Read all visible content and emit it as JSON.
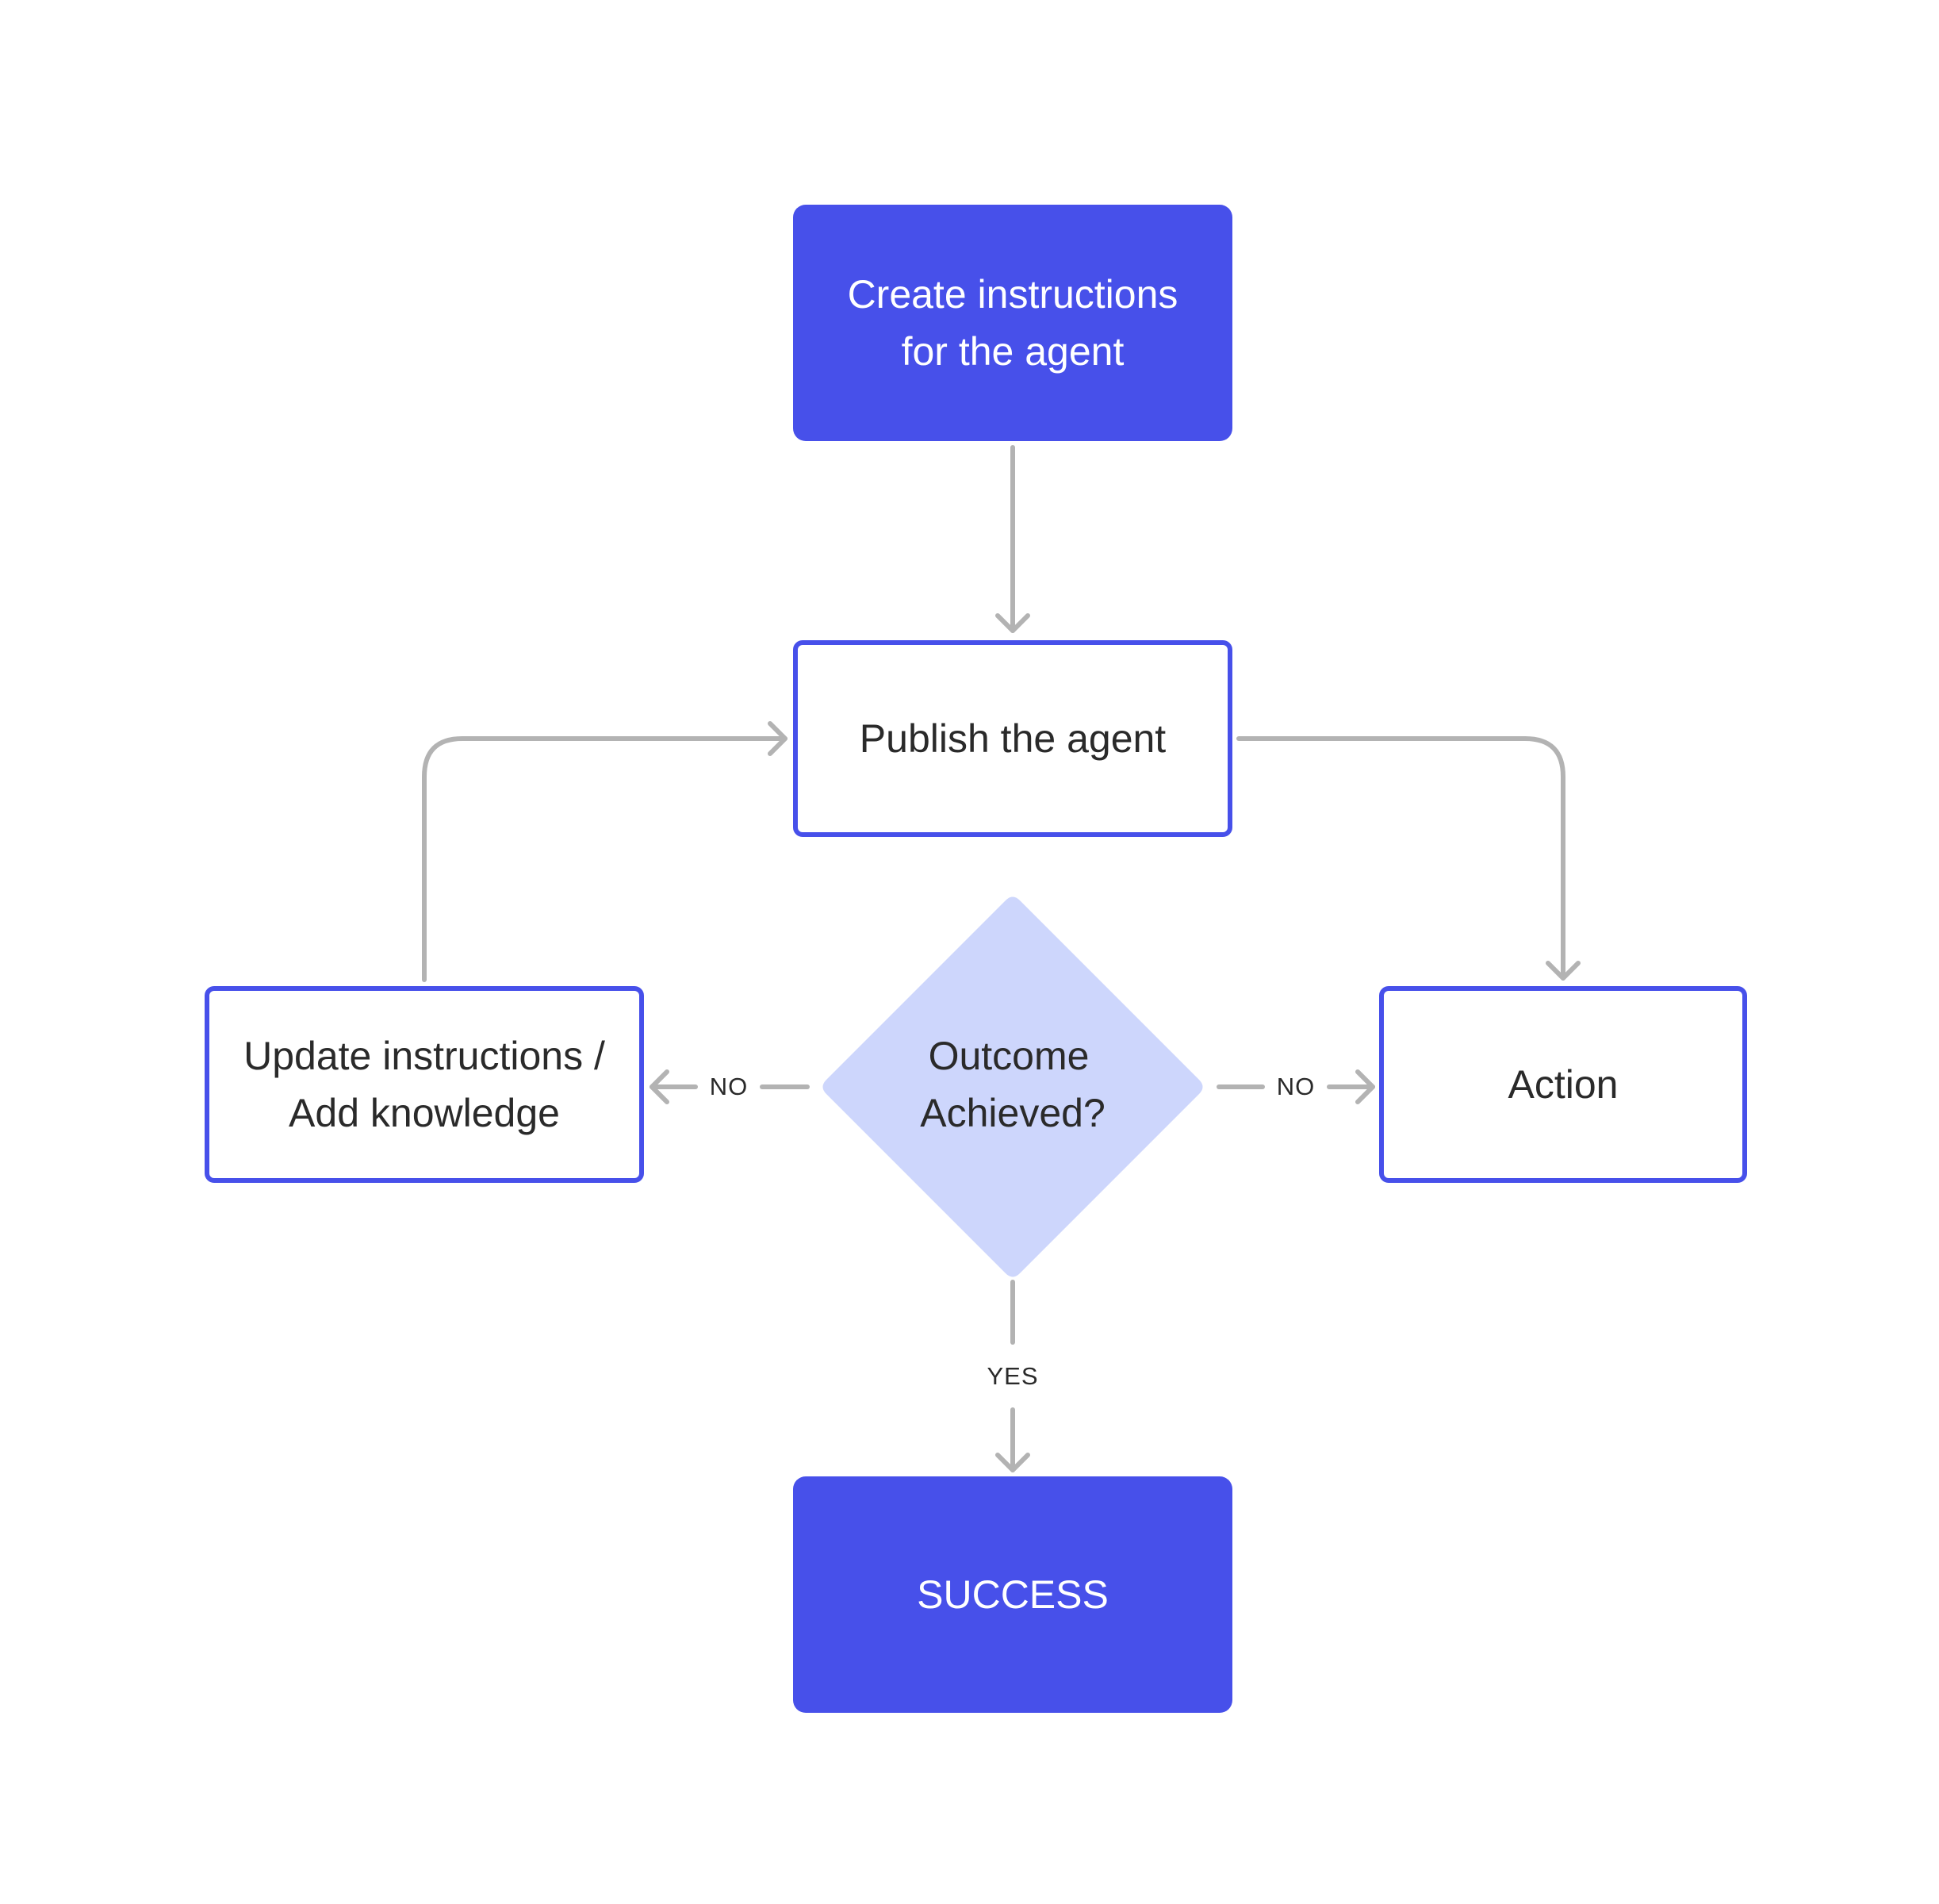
{
  "nodes": {
    "create": {
      "label": "Create instructions\nfor the agent"
    },
    "publish": {
      "label": "Publish the agent"
    },
    "decision": {
      "label_line1": "Outcome",
      "label_line2": "Achieved?"
    },
    "update": {
      "label": "Update instructions /\nAdd knowledge"
    },
    "action": {
      "label": "Action"
    },
    "success": {
      "label": "SUCCESS"
    }
  },
  "edges": {
    "no_left": "NO",
    "no_right": "NO",
    "yes": "YES"
  },
  "colors": {
    "primary": "#4750EA",
    "decision_fill": "#CDD6FC",
    "connector": "#B3B3B3",
    "text_dark": "#2a2a2a",
    "background": "#ffffff"
  }
}
